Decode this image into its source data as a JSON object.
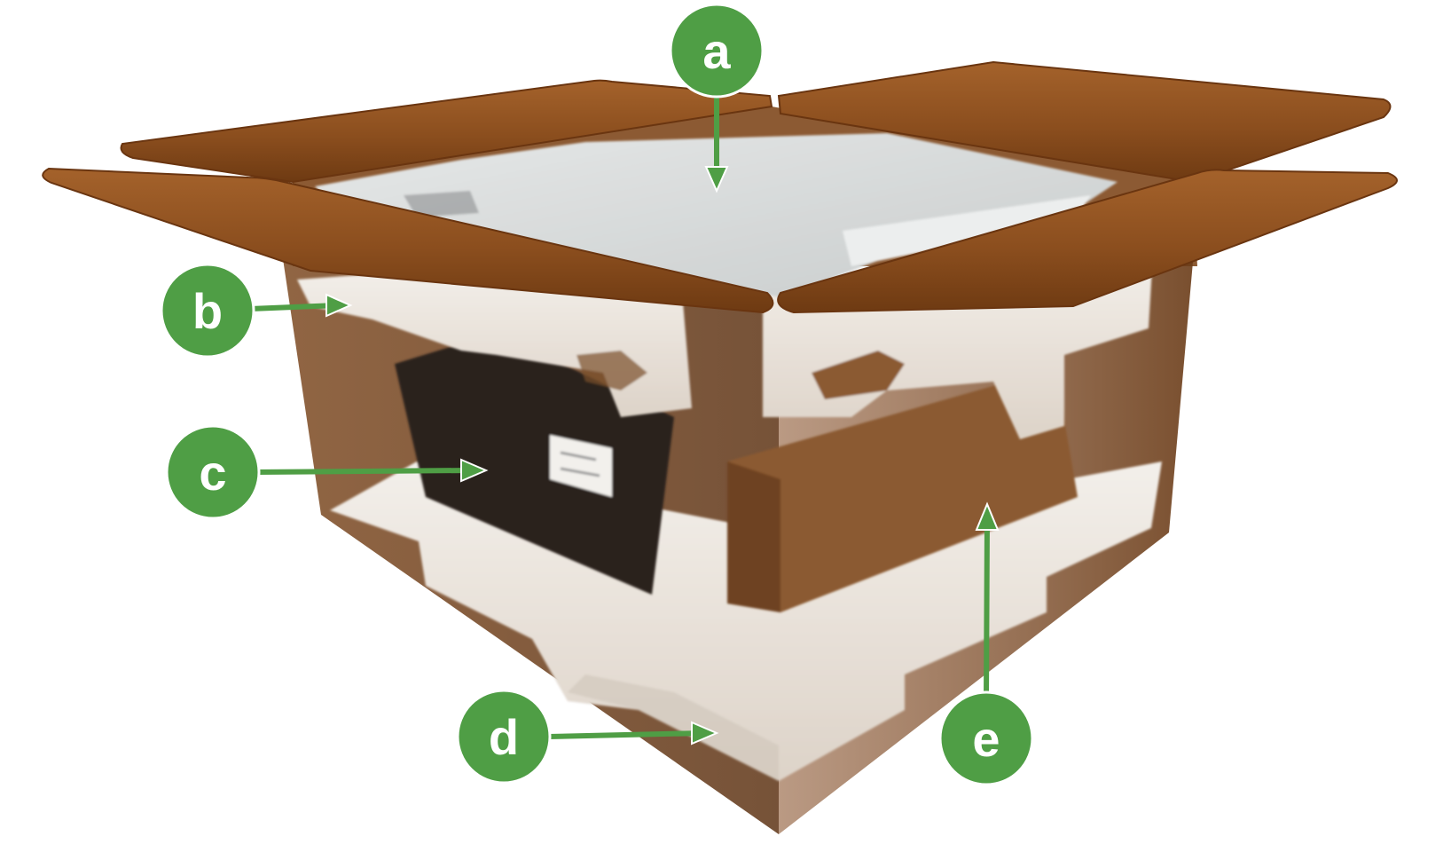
{
  "diagram": {
    "callouts": [
      {
        "id": "a",
        "label": "a"
      },
      {
        "id": "b",
        "label": "b"
      },
      {
        "id": "c",
        "label": "c"
      },
      {
        "id": "d",
        "label": "d"
      },
      {
        "id": "e",
        "label": "e"
      }
    ]
  },
  "colors": {
    "callout_fill": "#4f9e45",
    "callout_text": "#ffffff",
    "flap": "#8b4e1e",
    "flap_edge": "#6a3510",
    "box_wall": "#7a451c",
    "foam": "#efeae4",
    "inner_box": "#8a5a30",
    "device": "#2a211c",
    "top_cover": "#d8dcdc"
  }
}
